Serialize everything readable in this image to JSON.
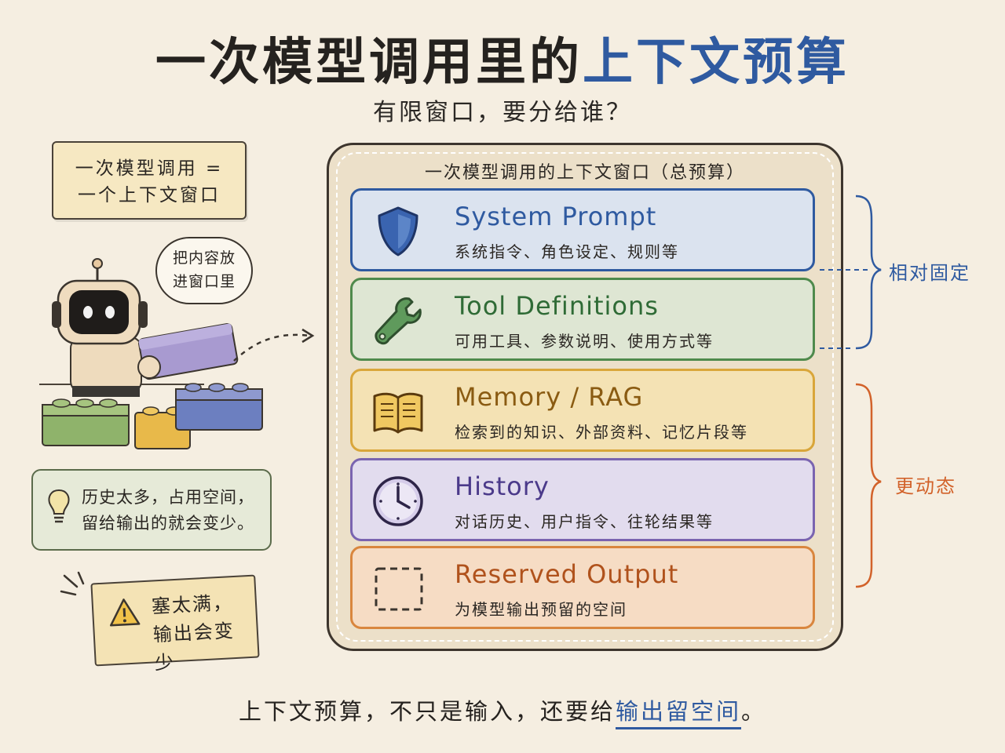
{
  "title": {
    "main": "一次模型调用里的",
    "accent": "上下文预算"
  },
  "subtitle": "有限窗口，要分给谁？",
  "left": {
    "call_note": {
      "line1": "一次模型调用 =",
      "line2": "一个上下文窗口"
    },
    "bubble": {
      "line1": "把内容放",
      "line2": "进窗口里"
    },
    "tip": {
      "line1": "历史太多，占用空间，",
      "line2": "留给输出的就会变少。",
      "icon": "lightbulb-icon"
    },
    "warning": {
      "line1": "塞太满，",
      "line2": "输出会变少",
      "icon": "warning-icon"
    }
  },
  "frame_title": "一次模型调用的上下文窗口（总预算）",
  "blocks": [
    {
      "title": "System Prompt",
      "desc": "系统指令、角色设定、规则等",
      "icon": "shield-icon",
      "color": "#2f5aa0",
      "bg": "#dbe3ef",
      "text_color": "#2f5aa0"
    },
    {
      "title": "Tool Definitions",
      "desc": "可用工具、参数说明、使用方式等",
      "icon": "wrench-icon",
      "color": "#4f8a4c",
      "bg": "#dee6d3",
      "text_color": "#2f6b36"
    },
    {
      "title": "Memory / RAG",
      "desc": "检索到的知识、外部资料、记忆片段等",
      "icon": "book-icon",
      "color": "#d9a63a",
      "bg": "#f4e2b4",
      "text_color": "#8a5b12"
    },
    {
      "title": "History",
      "desc": "对话历史、用户指令、往轮结果等",
      "icon": "clock-icon",
      "color": "#7a64b0",
      "bg": "#e2dcee",
      "text_color": "#4b3a8a"
    },
    {
      "title": "Reserved Output",
      "desc": "为模型输出预留的空间",
      "icon": "dashed-square-icon",
      "color": "#d9863e",
      "bg": "#f6dcc4",
      "text_color": "#b0521c"
    }
  ],
  "brackets": {
    "fixed": {
      "label": "相对固定",
      "color": "#2f5aa0"
    },
    "dynamic": {
      "label": "更动态",
      "color": "#d2622a"
    }
  },
  "caption": {
    "prefix": "上下文预算，不只是输入，还要给",
    "highlight": "输出留空间",
    "suffix": "。"
  }
}
